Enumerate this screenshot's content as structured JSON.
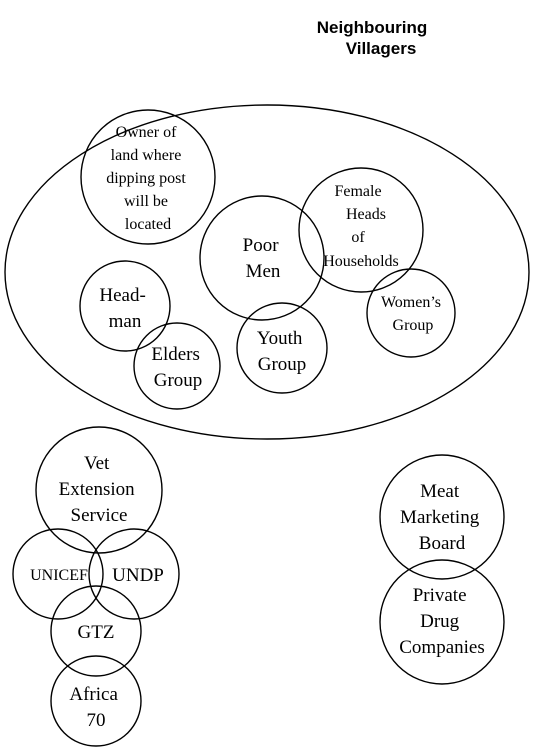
{
  "diagram": {
    "title": {
      "line1": "Neighbouring",
      "line2": "Villagers"
    },
    "stakeholders": {
      "landowner": [
        "Owner of",
        "land where",
        "dipping post",
        "will be",
        "located"
      ],
      "poor_men": [
        "Poor",
        "Men"
      ],
      "female_heads": [
        "Female",
        "Heads",
        "of",
        "Households"
      ],
      "headman": [
        "Head-",
        "man"
      ],
      "womens_group": [
        "Women’s",
        "Group"
      ],
      "youth_group": [
        "Youth",
        "Group"
      ],
      "elders_group": [
        "Elders",
        "Group"
      ],
      "vet_extension": [
        "Vet",
        "Extension",
        "Service"
      ],
      "unicef": [
        "UNICEF"
      ],
      "undp": [
        "UNDP"
      ],
      "gtz": [
        "GTZ"
      ],
      "africa70": [
        "Africa",
        "70"
      ],
      "meat_marketing": [
        "Meat",
        "Marketing",
        "Board"
      ],
      "private_drug": [
        "Private",
        "Drug",
        "Companies"
      ]
    }
  }
}
